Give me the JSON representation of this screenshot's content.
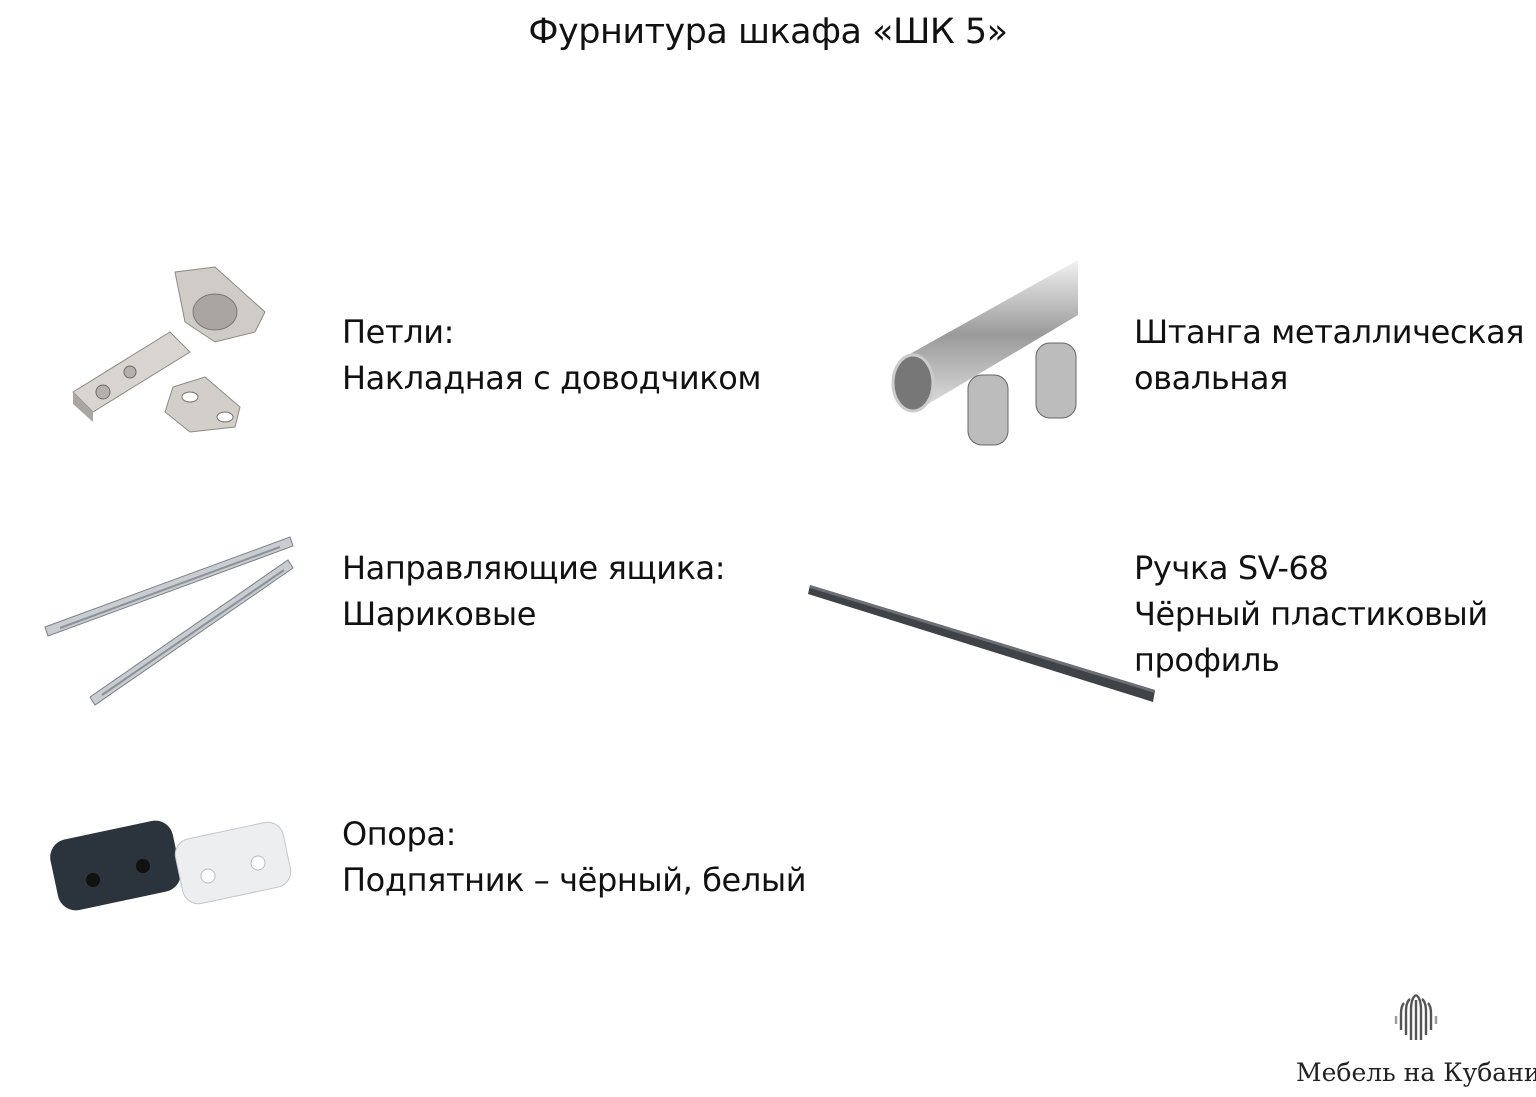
{
  "title": "Фурнитура шкафа «ШК 5»",
  "items": [
    {
      "lines": [
        "Петли:",
        "Накладная с доводчиком"
      ],
      "icon": "hinge-icon"
    },
    {
      "lines": [
        "Направляющие ящика:",
        "Шариковые"
      ],
      "icon": "drawer-slides-icon"
    },
    {
      "lines": [
        "Опора:",
        "Подпятник – чёрный, белый"
      ],
      "icon": "furniture-glide-icon"
    },
    {
      "lines": [
        "Штанга металлическая",
        "овальная"
      ],
      "icon": "oval-rail-icon"
    },
    {
      "lines": [
        "Ручка SV-68",
        "Чёрный пластиковый",
        "профиль"
      ],
      "icon": "profile-handle-icon"
    }
  ],
  "logo": {
    "text": "Мебель на Кубани"
  }
}
